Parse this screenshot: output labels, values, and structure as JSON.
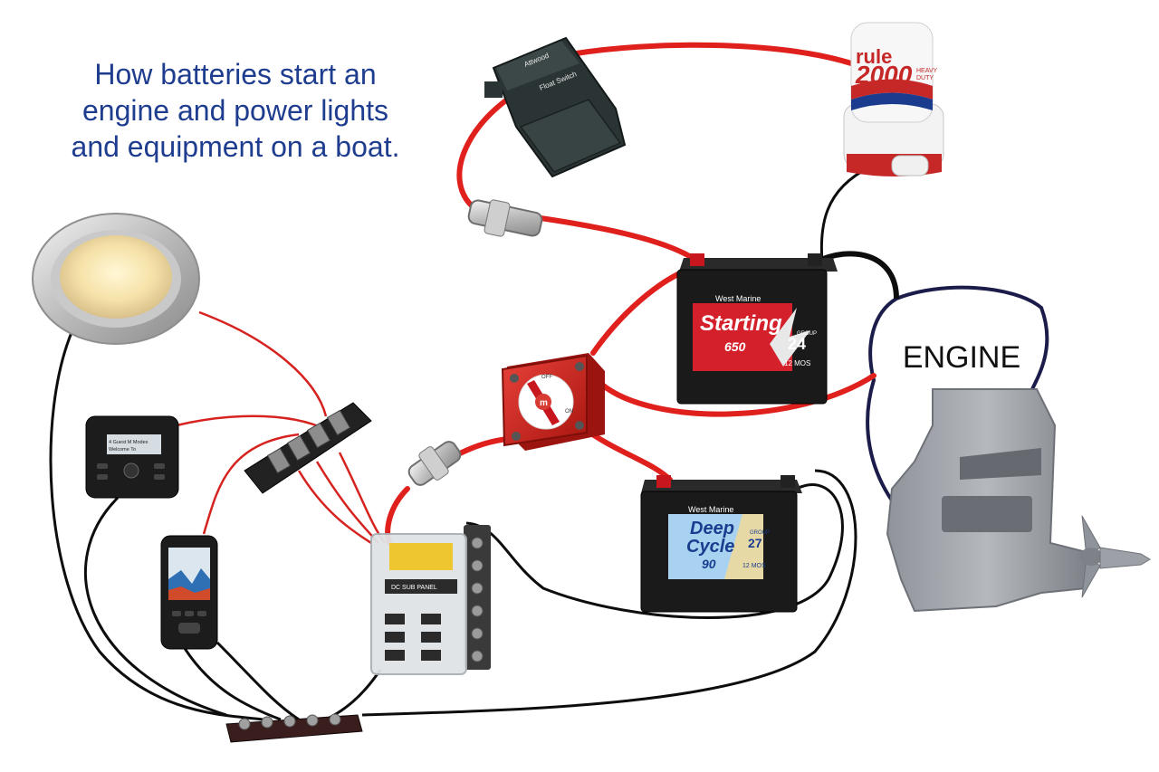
{
  "title": {
    "lines": [
      "How batteries start an",
      "engine and power lights",
      "and equipment on a boat."
    ]
  },
  "colors": {
    "title": "#1f3d8f",
    "positive_wire": "#e0201c",
    "negative_wire": "#0d0d0d",
    "engine_outline": "#1c1c4a"
  },
  "engine": {
    "label": "ENGINE"
  },
  "bilge_pump": {
    "brand": "rule",
    "model": "2000",
    "spec_line1": "HEAVY",
    "spec_line2": "DUTY"
  },
  "float_switch": {
    "brand": "Attwood",
    "label": "Float Switch"
  },
  "starting_battery": {
    "brand": "West Marine",
    "name": "Starting",
    "number": "650",
    "group_label": "GROUP",
    "group": "24",
    "footer": "12 MOS"
  },
  "deep_cycle_battery": {
    "brand": "West Marine",
    "name_line1": "Deep",
    "name_line2": "Cycle",
    "number": "90",
    "group_label": "GROUP",
    "group": "27",
    "footer": "12 MOS"
  },
  "battery_switch": {
    "label_off": "OFF",
    "label_on": "ON",
    "knob_mark": "m"
  },
  "stereo": {
    "screen_line1": "4 Guest M Modes",
    "screen_line2": "Welcome To"
  },
  "fuse_block": {
    "panel_label": "DC SUB PANEL"
  }
}
